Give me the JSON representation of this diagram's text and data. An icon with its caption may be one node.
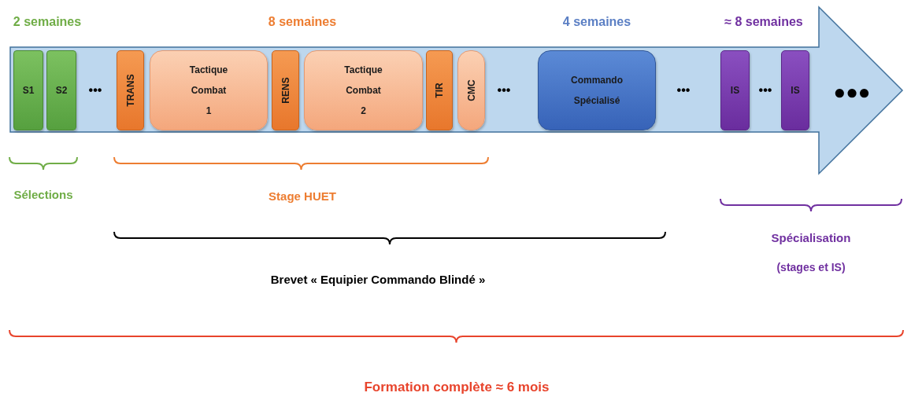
{
  "diagram": {
    "nodes": [
      {
        "text": [],
        "shape": "arrow"
      },
      {
        "text": [
          "S1"
        ],
        "in": 0
      },
      {
        "text": [
          "S2"
        ],
        "in": 0
      },
      {
        "text": [
          "TRANS"
        ],
        "in": 0
      },
      {
        "text": [
          "Tactique Combat 1"
        ],
        "in": 0
      },
      {
        "text": [
          "RENS"
        ],
        "in": 0
      },
      {
        "text": [
          "Tactique Combat 2"
        ],
        "in": 0
      },
      {
        "text": [
          "TIR"
        ],
        "in": 0
      },
      {
        "text": [
          "CMC"
        ],
        "in": 0
      },
      {
        "text": [
          "Commando Spécialisé"
        ],
        "in": 0
      },
      {
        "text": [
          "IS"
        ],
        "in": 0
      },
      {
        "text": [
          "IS"
        ],
        "in": 0
      }
    ],
    "labels": [
      "2 semaines",
      "8 semaines",
      "4 semaines",
      "≈ 8 semaines",
      "•••",
      "•••",
      "•••",
      "•••",
      "●●●",
      "Sélections",
      "Stage HUET",
      "Brevet « Equipier Commando Blindé »",
      "Spécialisation",
      "(stages et IS)",
      "Formation complète ≈ 6 mois"
    ]
  }
}
